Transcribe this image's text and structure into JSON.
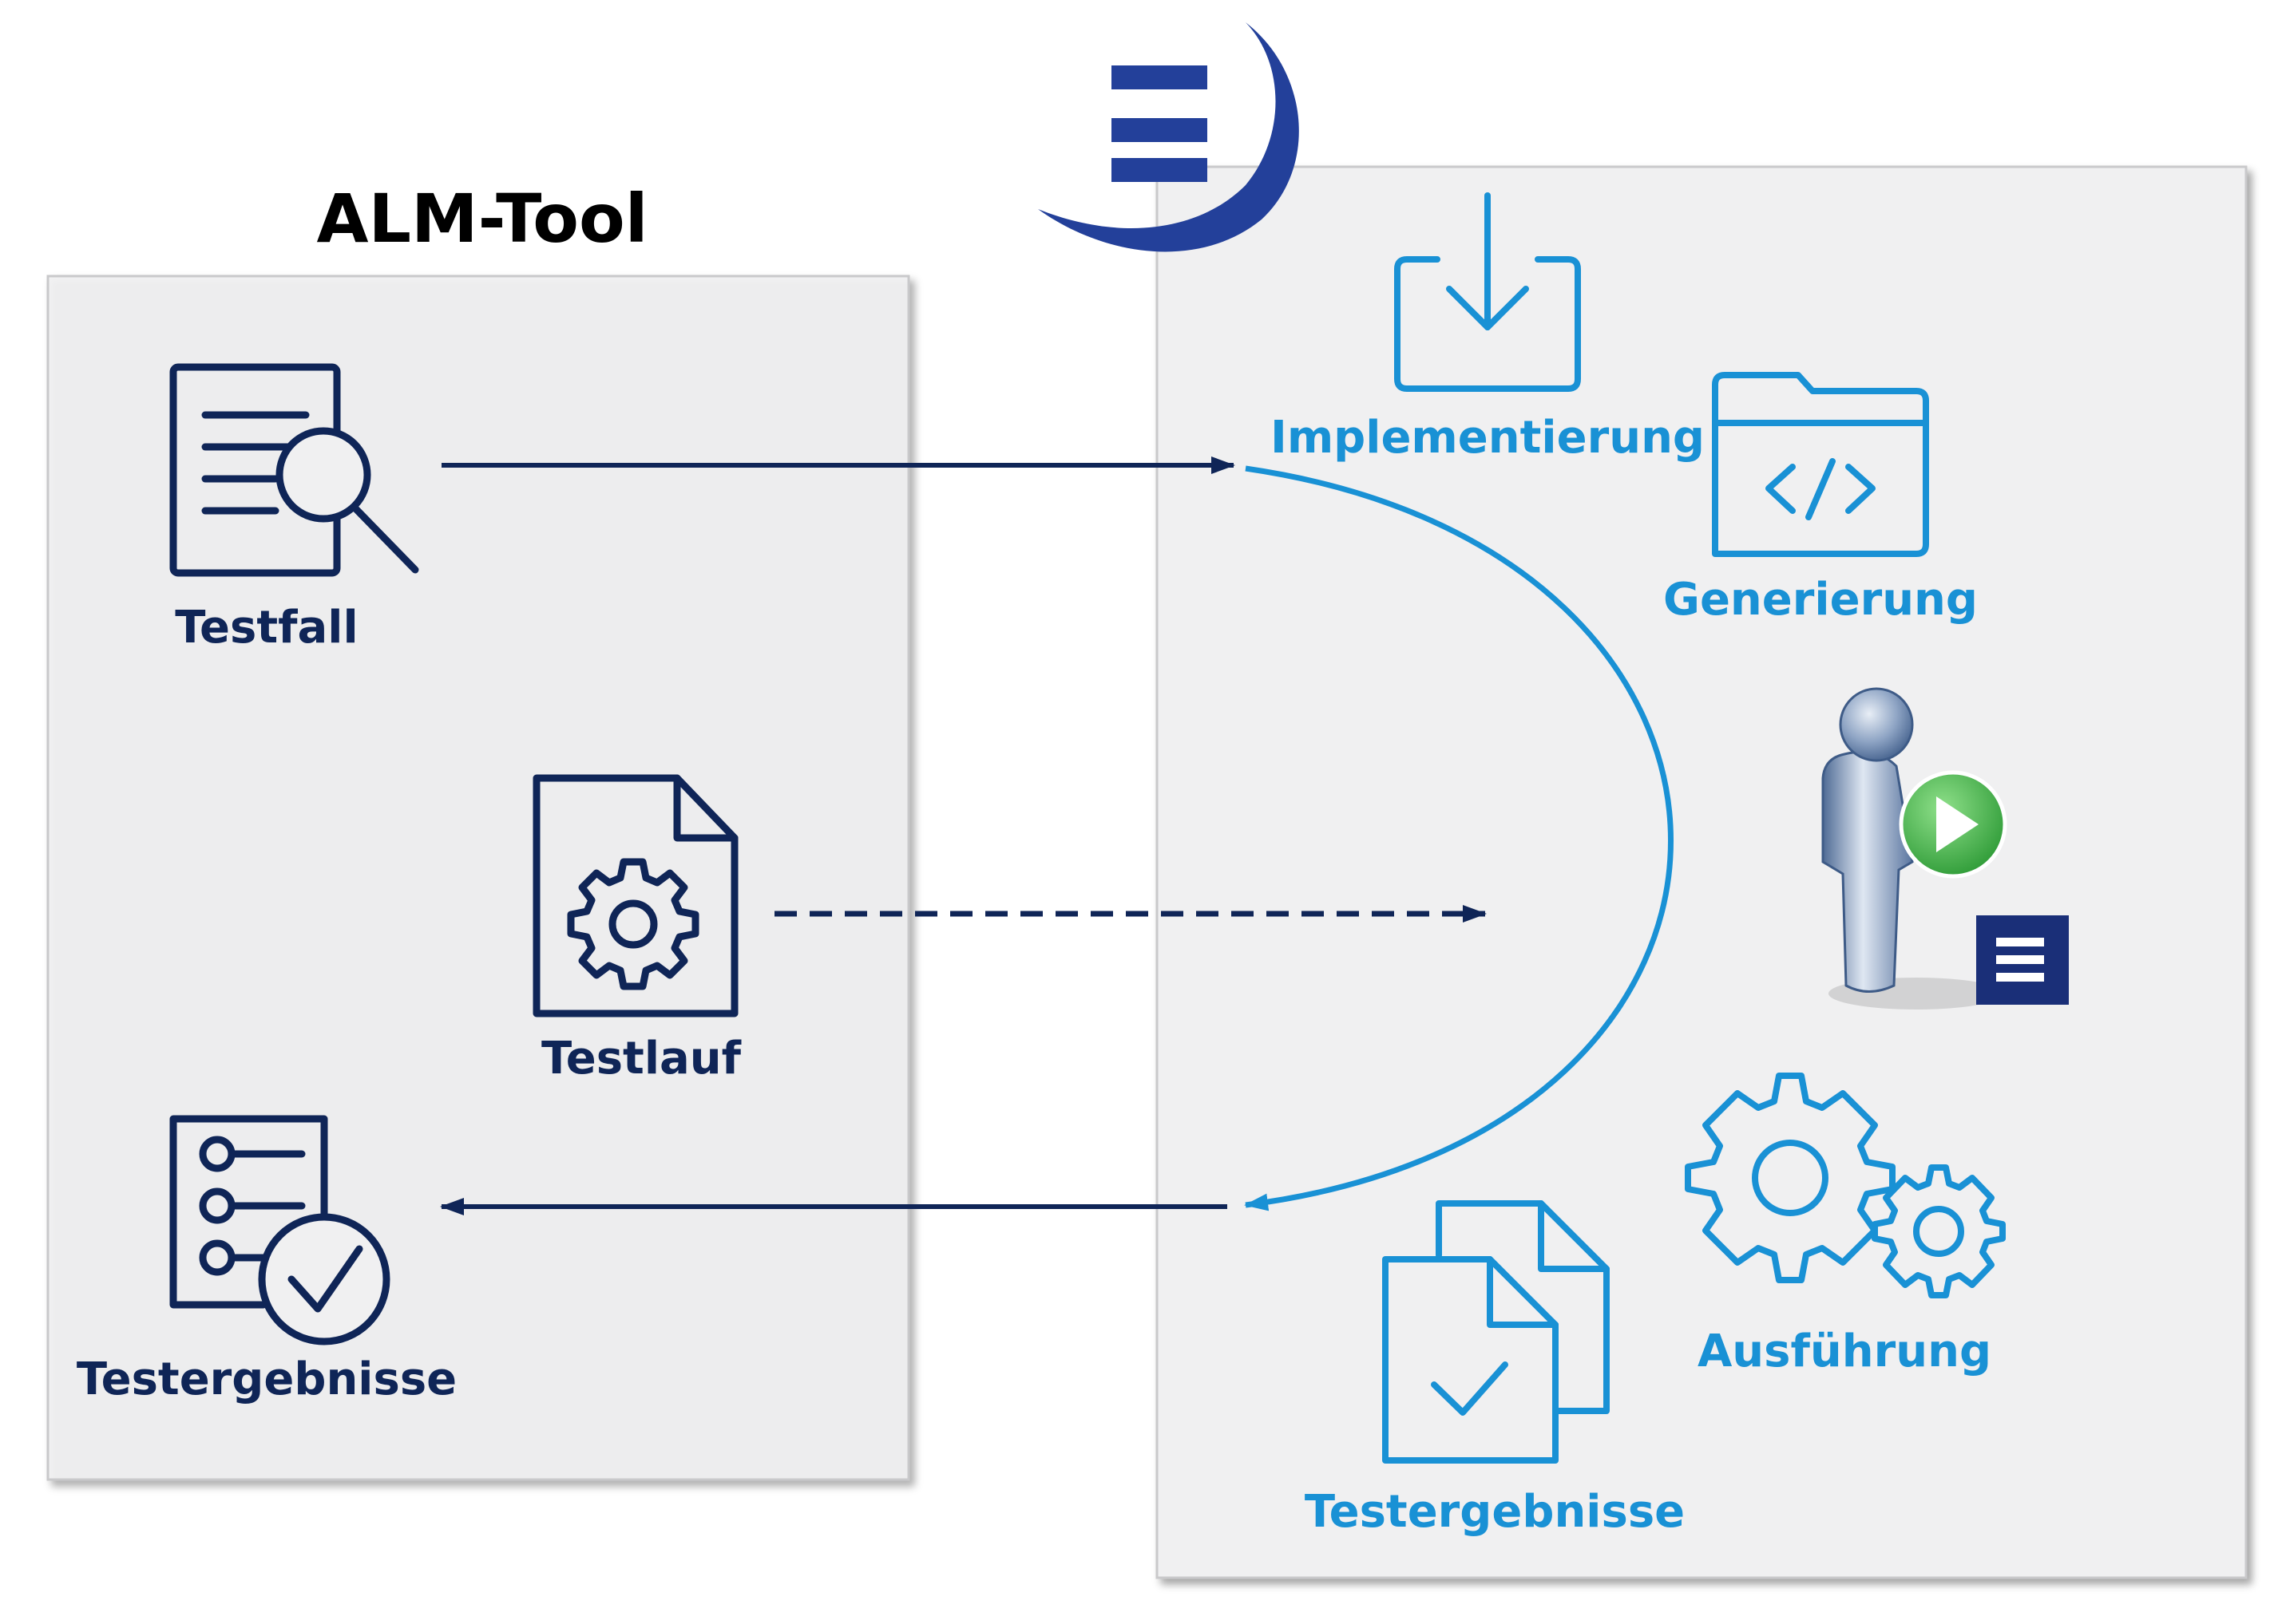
{
  "alm_tool": {
    "title": "ALM-Tool",
    "items": {
      "testfall": "Testfall",
      "testlauf": "Testlauf",
      "testergebnisse": "Testergebnisse"
    }
  },
  "automation_tool": {
    "items": {
      "implementierung": "Implementierung",
      "generierung": "Generierung",
      "ausfuehrung": "Ausführung",
      "testergebnisse": "Testergebnisse"
    }
  },
  "colors": {
    "dark_navy": "#0f2557",
    "accent_blue": "#1991d5",
    "logo_blue": "#23409a",
    "panel_gray": "#f0f0f1"
  },
  "icons": {
    "testfall": "document-search-icon",
    "testlauf": "document-gear-icon",
    "alm_testergebnisse": "checklist-check-icon",
    "implementierung": "download-tray-icon",
    "generierung": "code-folder-icon",
    "ausfuehrung": "gears-icon",
    "testergebnisse": "documents-check-icon",
    "logo": "e-logo-icon",
    "executor": "user-play-icon"
  }
}
